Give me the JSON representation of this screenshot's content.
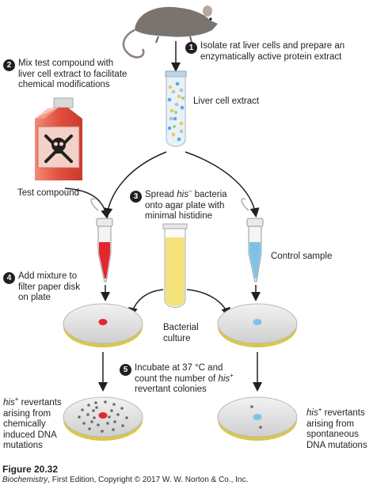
{
  "steps": [
    {
      "num": "1",
      "text": "Isolate rat liver cells and prepare an\nenzymatically active protein extract"
    },
    {
      "num": "2",
      "text": "Mix test compound with\nliver cell extract to facilitate\nchemical modifications"
    },
    {
      "num": "3",
      "pre": "Spread ",
      "his": "his",
      "sup": "–",
      "post": " bacteria\nonto agar plate with\nminimal histidine"
    },
    {
      "num": "4",
      "text": "Add mixture to\nfilter paper disk\non plate"
    },
    {
      "num": "5",
      "pre": "Incubate at 37 °C and\ncount the number of ",
      "his": "his",
      "sup": "+",
      "post": "\nrevertant colonies"
    }
  ],
  "labels": {
    "liver_extract": "Liver cell extract",
    "test_compound": "Test compound",
    "control_sample": "Control sample",
    "bacterial_culture": "Bacterial\nculture"
  },
  "left_result": {
    "his": "his",
    "sup": "+",
    "text": " revertants\narising from\nchemically\ninduced DNA\nmutations"
  },
  "right_result": {
    "his": "his",
    "sup": "+",
    "text": " revertants\narising from\nspontaneous\nDNA mutations"
  },
  "caption": {
    "figure": "Figure 20.32",
    "book": "Biochemistry",
    "credit": ", First Edition, Copyright © 2017 W. W. Norton & Co., Inc."
  },
  "colors": {
    "test_mixture": "#e2272d",
    "control": "#7ec3e6",
    "culture": "#f3e27a",
    "bottle": "#e85a4a",
    "agar": "#dcdcdc",
    "plate_rim": "#d8c84a"
  }
}
